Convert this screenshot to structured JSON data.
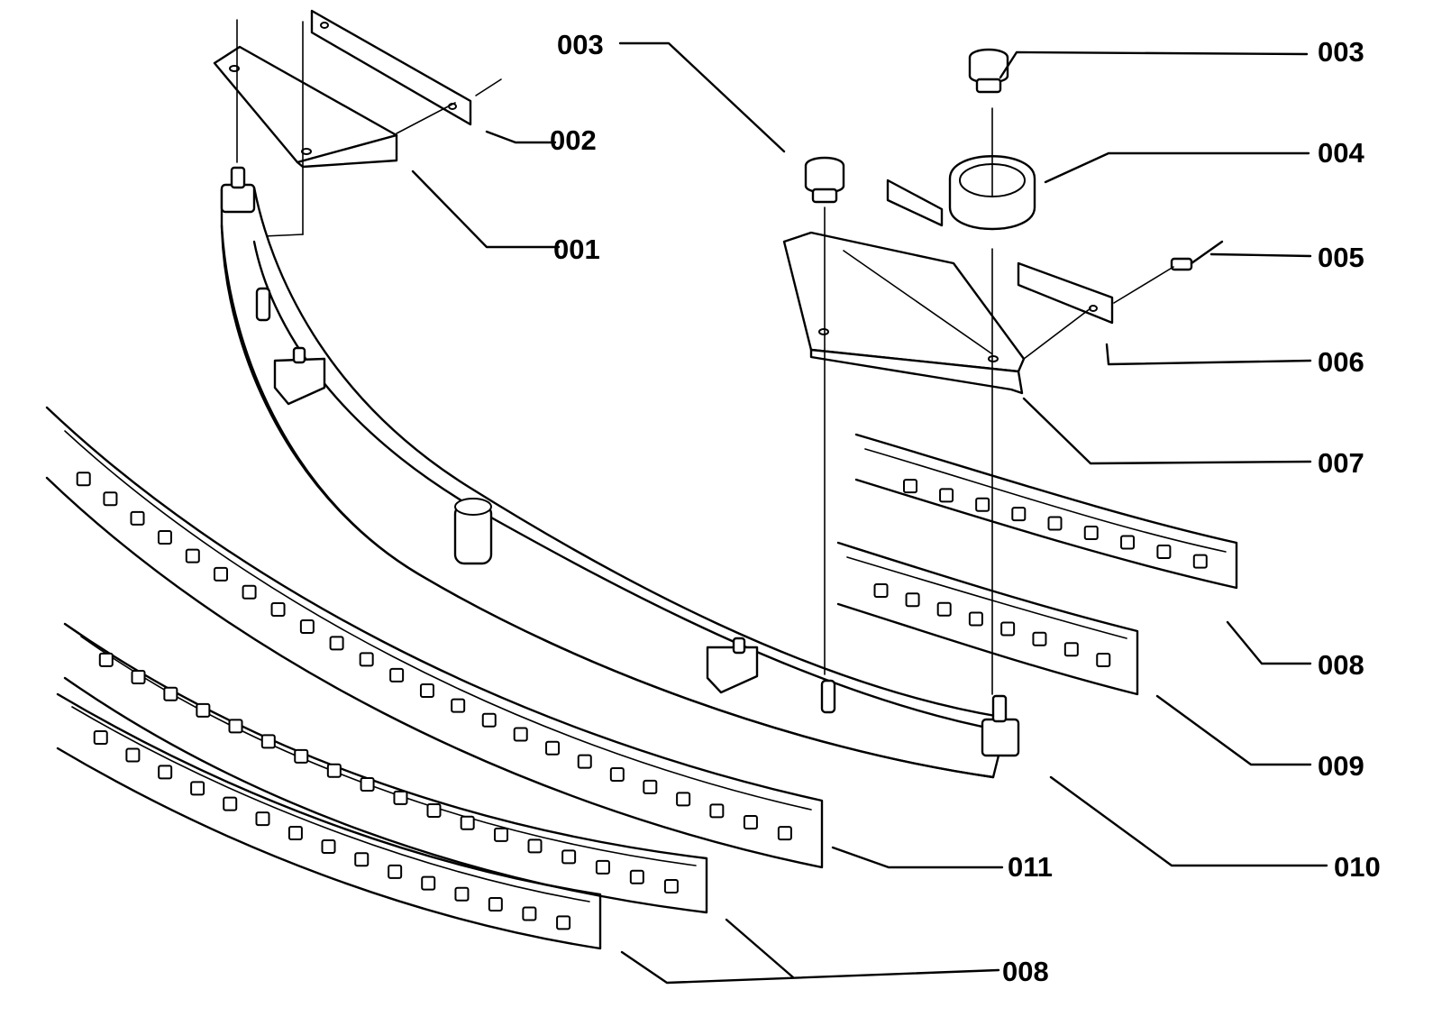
{
  "callouts": {
    "c001": "001",
    "c002": "002",
    "c003_left": "003",
    "c003_right": "003",
    "c004": "004",
    "c005": "005",
    "c006": "006",
    "c007": "007",
    "c008_right": "008",
    "c009": "009",
    "c010": "010",
    "c011": "011",
    "c008_bottom": "008"
  }
}
